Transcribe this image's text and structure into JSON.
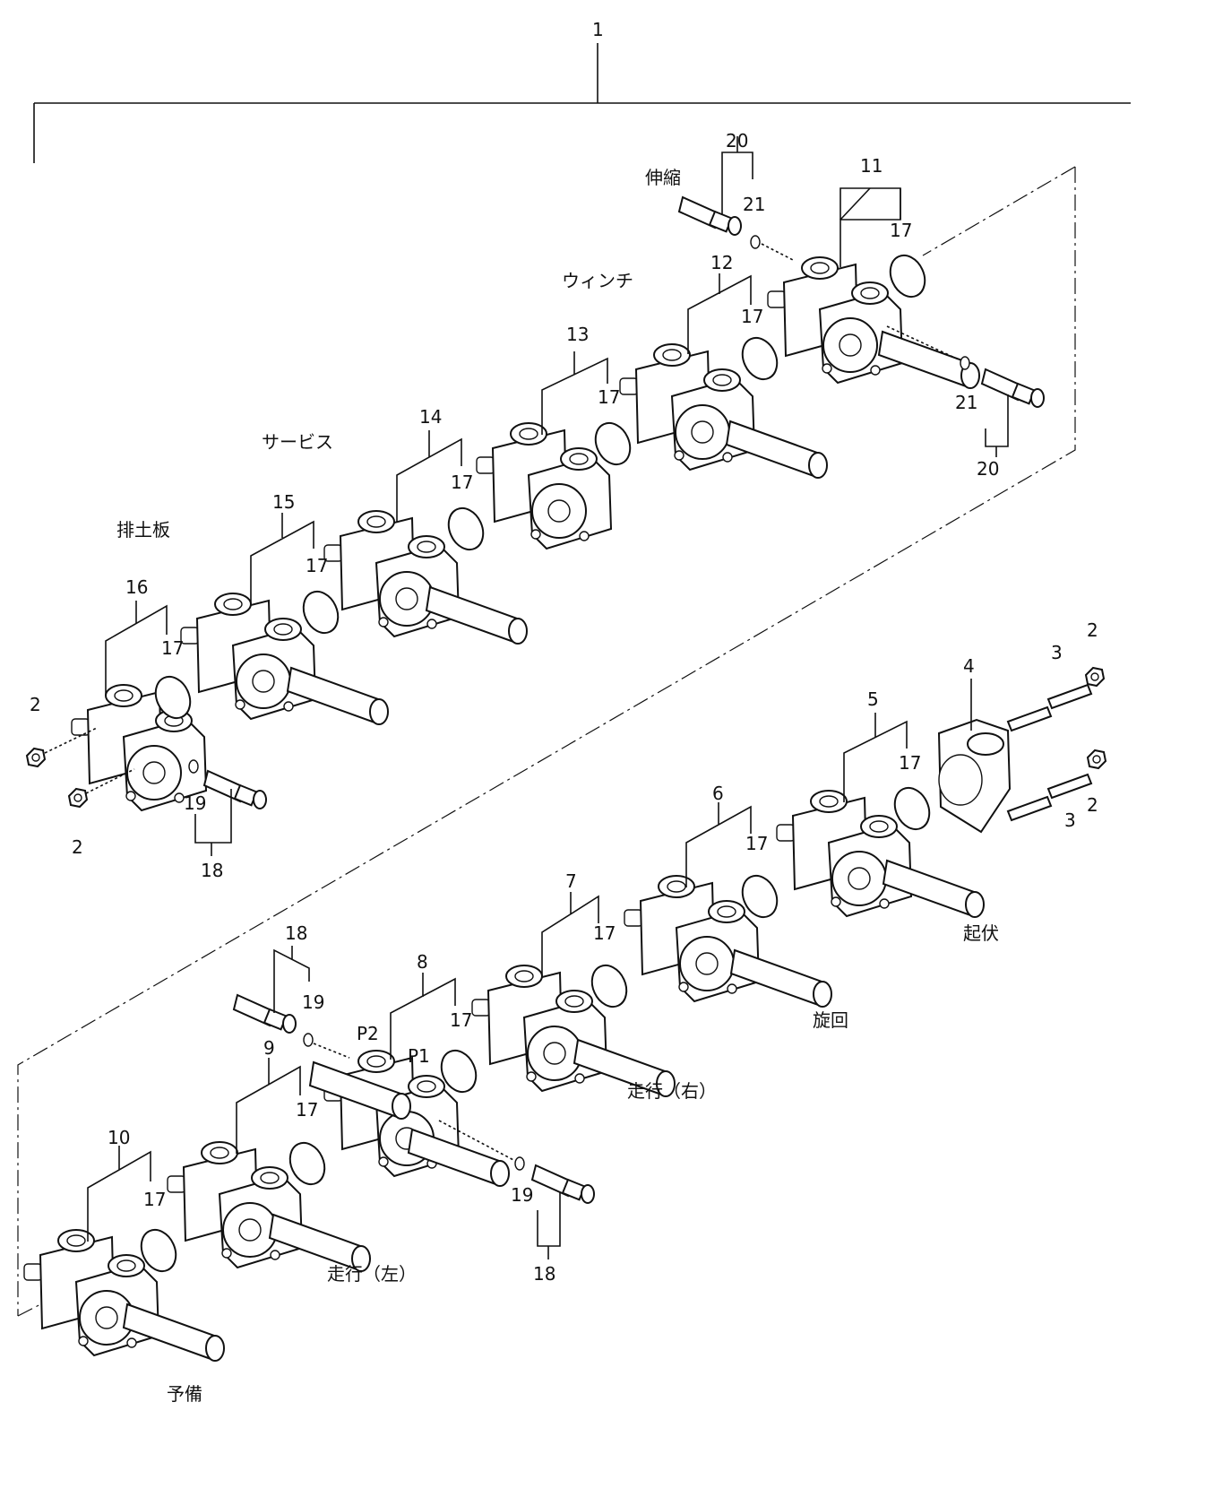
{
  "callouts": {
    "assembly": "1",
    "n2a": "2",
    "n2b": "2",
    "n2c": "2",
    "n2d": "2",
    "n3a": "3",
    "n3b": "3",
    "n4": "4",
    "n5": "5",
    "n6": "6",
    "n7": "7",
    "n8": "8",
    "n9": "9",
    "n10": "10",
    "n11": "11",
    "n12": "12",
    "n13": "13",
    "n14": "14",
    "n15": "15",
    "n16": "16",
    "n17_11": "17",
    "n17_12": "17",
    "n17_13": "17",
    "n17_14": "17",
    "n17_15": "17",
    "n17_16": "17",
    "n17_5": "17",
    "n17_6": "17",
    "n17_7": "17",
    "n17_8": "17",
    "n17_9": "17",
    "n17_10": "17",
    "n18a": "18",
    "n18b": "18",
    "n18c": "18",
    "n19a": "19",
    "n19b": "19",
    "n19c": "19",
    "n20a": "20",
    "n20b": "20",
    "n21a": "21",
    "n21b": "21",
    "p1": "P1",
    "p2": "P2"
  },
  "section_labels": {
    "telescope": "伸縮",
    "winch": "ウィンチ",
    "service": "サービス",
    "blade": "排土板",
    "luffing": "起伏",
    "swing": "旋回",
    "travel_right": "走行（右）",
    "travel_left": "走行（左）",
    "spare": "予備"
  }
}
